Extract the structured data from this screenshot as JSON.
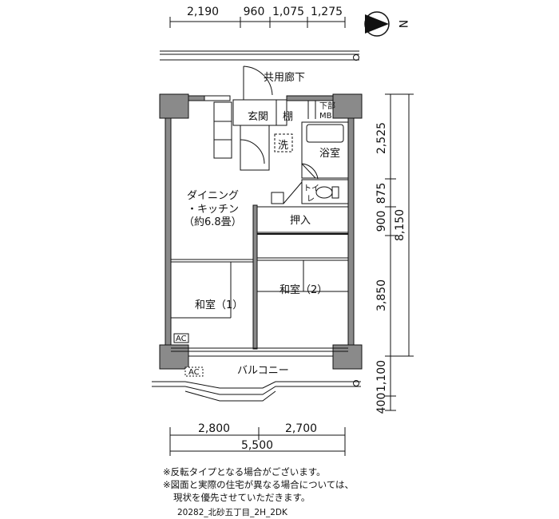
{
  "dimensions": {
    "top": [
      "2,190",
      "960",
      "1,075",
      "1,275"
    ],
    "right": [
      "2,525",
      "875",
      "900",
      "3,850",
      "1,100",
      "400"
    ],
    "right_total": "8,150",
    "bottom": [
      "2,800",
      "2,700"
    ],
    "bottom_total": "5,500"
  },
  "compass": {
    "north_label": "N"
  },
  "rooms": {
    "corridor": "共用廊下",
    "entrance": "玄関",
    "shelf": "棚",
    "meter_box_line1": "下部",
    "meter_box_line2": "MB",
    "washer": "洗",
    "bathroom": "浴室",
    "toilet_line1": "トイ",
    "toilet_line2": "レ",
    "dining_line1": "ダイニング",
    "dining_line2": "・キッチン",
    "dining_line3": "（約6.8畳）",
    "closet": "押入",
    "washitsu1": "和室（1）",
    "washitsu2": "和室（2）",
    "ac1": "AC",
    "ac2": "AC",
    "balcony": "バルコニー"
  },
  "notes": [
    "※反転タイプとなる場合がございます。",
    "※図面と実際の住宅が異なる場合については、",
    "現状を優先させていただきます。"
  ],
  "plan_code": "20282_北砂五丁目_2H_2DK"
}
